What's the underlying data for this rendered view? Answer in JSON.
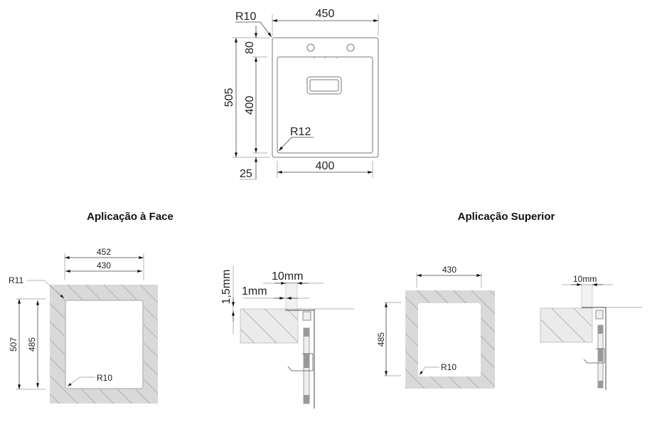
{
  "top_view": {
    "width_label": "450",
    "corner_radius_outer": "R10",
    "total_height": "505",
    "tap_zone_height": "80",
    "bowl_height": "400",
    "bottom_margin": "25",
    "bowl_width": "400",
    "corner_radius_bowl": "R12"
  },
  "face_mount": {
    "title": "Aplicação à Face",
    "outer_width": "452",
    "inner_width": "430",
    "corner_radius_top": "R11",
    "outer_height": "507",
    "inner_height": "485",
    "corner_radius_bottom": "R10",
    "section": {
      "flange_width": "10mm",
      "gap": "1mm",
      "recess_depth": "1,5mm"
    }
  },
  "top_mount": {
    "title": "Aplicação Superior",
    "cutout_width": "430",
    "cutout_height": "485",
    "corner_radius": "R10",
    "section": {
      "flange_width": "10mm"
    }
  },
  "colors": {
    "hatch_fill": "#d9d9d9",
    "line": "#444444"
  }
}
